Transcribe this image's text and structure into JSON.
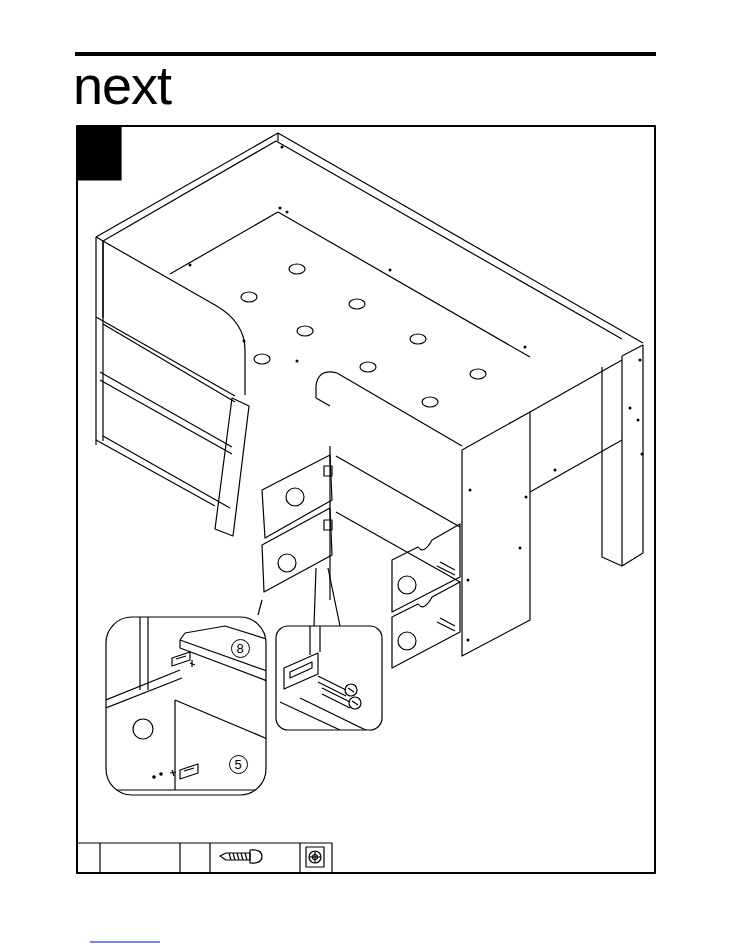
{
  "diagram": {
    "nodes": [
      {
        "text": [
          "8"
        ]
      },
      {
        "text": [
          "5"
        ]
      }
    ],
    "labels": [
      "next"
    ]
  }
}
